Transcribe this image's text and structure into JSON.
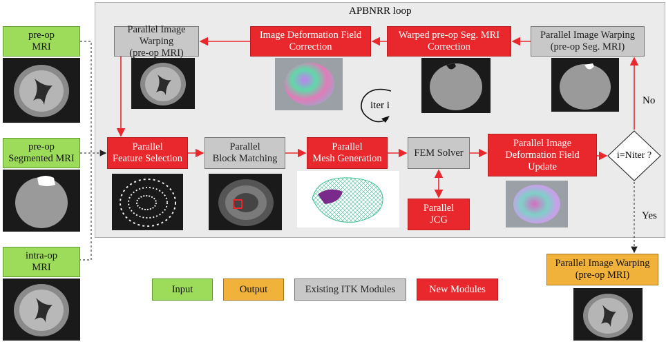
{
  "loop": {
    "title": "APBNRR loop"
  },
  "boxes": {
    "preop_mri": "pre-op\nMRI",
    "preop_seg": "pre-op\nSegmented MRI",
    "intraop_mri": "intra-op\nMRI",
    "warp_top_left": "Parallel Image Warping\n(pre-op MRI)",
    "deform_correction": "Image Deformation Field\nCorrection",
    "warped_seg_correction": "Warped pre-op Seg. MRI\nCorrection",
    "warp_top_right": "Parallel Image Warping\n(pre-op Seg. MRI)",
    "feature_selection": "Parallel\nFeature Selection",
    "block_matching": "Parallel\nBlock Matching",
    "mesh_generation": "Parallel\nMesh Generation",
    "fem_solver": "FEM Solver",
    "field_update": "Parallel Image\nDeformation Field\nUpdate",
    "jcg": "Parallel\nJCG",
    "decision": "i=Niter ?",
    "output_warp": "Parallel Image Warping\n(pre-op MRI)"
  },
  "labels": {
    "iter": "iter i",
    "no": "No",
    "yes": "Yes"
  },
  "legend": {
    "input": "Input",
    "output": "Output",
    "existing": "Existing ITK Modules",
    "new": "New Modules"
  },
  "colors": {
    "new_module": "#e8282c",
    "existing_module": "#c8c8c8",
    "input": "#9ddc5a",
    "output": "#f0b23a",
    "arrow": "#e8282c"
  }
}
